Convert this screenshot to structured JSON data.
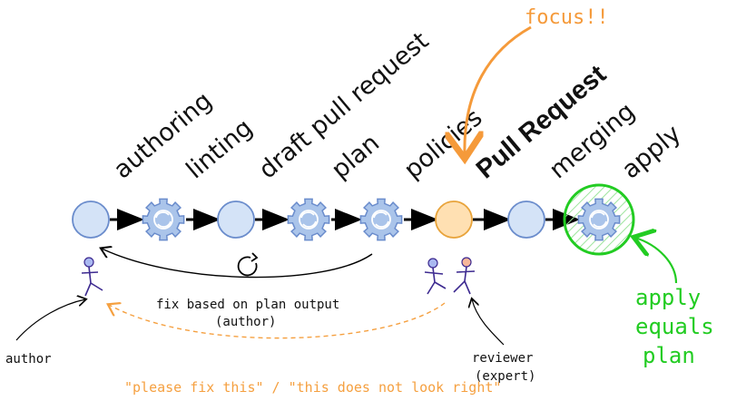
{
  "stages": [
    {
      "label": "authoring",
      "bold": false
    },
    {
      "label": "linting",
      "bold": false
    },
    {
      "label": "draft pull request",
      "bold": false
    },
    {
      "label": "plan",
      "bold": false
    },
    {
      "label": "policies",
      "bold": false
    },
    {
      "label": "Pull Request",
      "bold": true
    },
    {
      "label": "merging",
      "bold": false
    },
    {
      "label": "apply",
      "bold": false
    }
  ],
  "nodes": [
    {
      "kind": "state",
      "color": "#d4e3f7"
    },
    {
      "kind": "automation",
      "color": "#aac4ea"
    },
    {
      "kind": "state",
      "color": "#d4e3f7"
    },
    {
      "kind": "automation",
      "color": "#aac4ea"
    },
    {
      "kind": "automation",
      "color": "#aac4ea"
    },
    {
      "kind": "state-highlight",
      "color": "#ffe0b2"
    },
    {
      "kind": "state",
      "color": "#d4e3f7"
    },
    {
      "kind": "automation-highlight",
      "color": "#aac4ea"
    }
  ],
  "annotations": {
    "focus": "focus!!",
    "feedback_loop": "fix based on plan output",
    "feedback_loop_actor": "(author)",
    "author": "author",
    "reviewer": "reviewer",
    "reviewer_role": "(expert)",
    "review_comment": "\"please fix this\" / \"this does not look right\"",
    "apply_note": [
      "apply",
      "equals",
      "plan"
    ]
  },
  "colors": {
    "node_stroke": "#6a8ccc",
    "highlight_orange": "#e8a33a",
    "highlight_green": "#22cc22",
    "arrow": "#000000",
    "orange_text": "#f5a040",
    "person_head": "#a9b8f0",
    "person_head_orange": "#f7b79a",
    "person_body": "#3d2a90"
  },
  "icons": [
    "gear-refresh-icon",
    "cycle-arrow-icon",
    "stick-figure-icon"
  ]
}
